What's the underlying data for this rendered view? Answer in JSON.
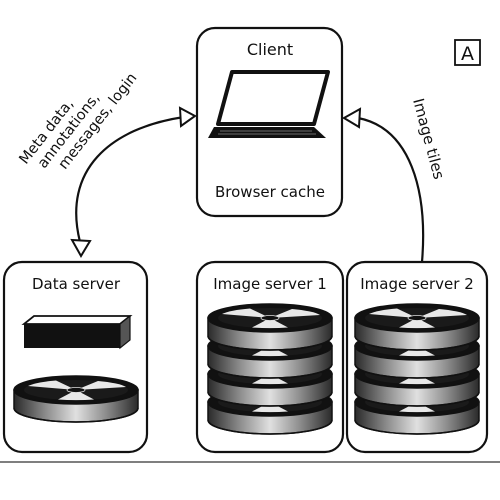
{
  "panel_label": "A",
  "client": {
    "title": "Client",
    "cache_label": "Browser cache",
    "device_icon": "laptop-icon"
  },
  "connections": {
    "left_label_lines": [
      "Meta data,",
      "annotations,",
      "messages, login"
    ],
    "right_label": "Image tiles"
  },
  "servers": [
    {
      "title": "Data server",
      "icons": [
        "hard-drive-icon",
        "disk-reel-icon"
      ],
      "reels": 1
    },
    {
      "title": "Image server 1",
      "icons": [
        "disk-reel-icon"
      ],
      "reels": 4
    },
    {
      "title": "Image server 2",
      "icons": [
        "disk-reel-icon"
      ],
      "reels": 4
    }
  ]
}
